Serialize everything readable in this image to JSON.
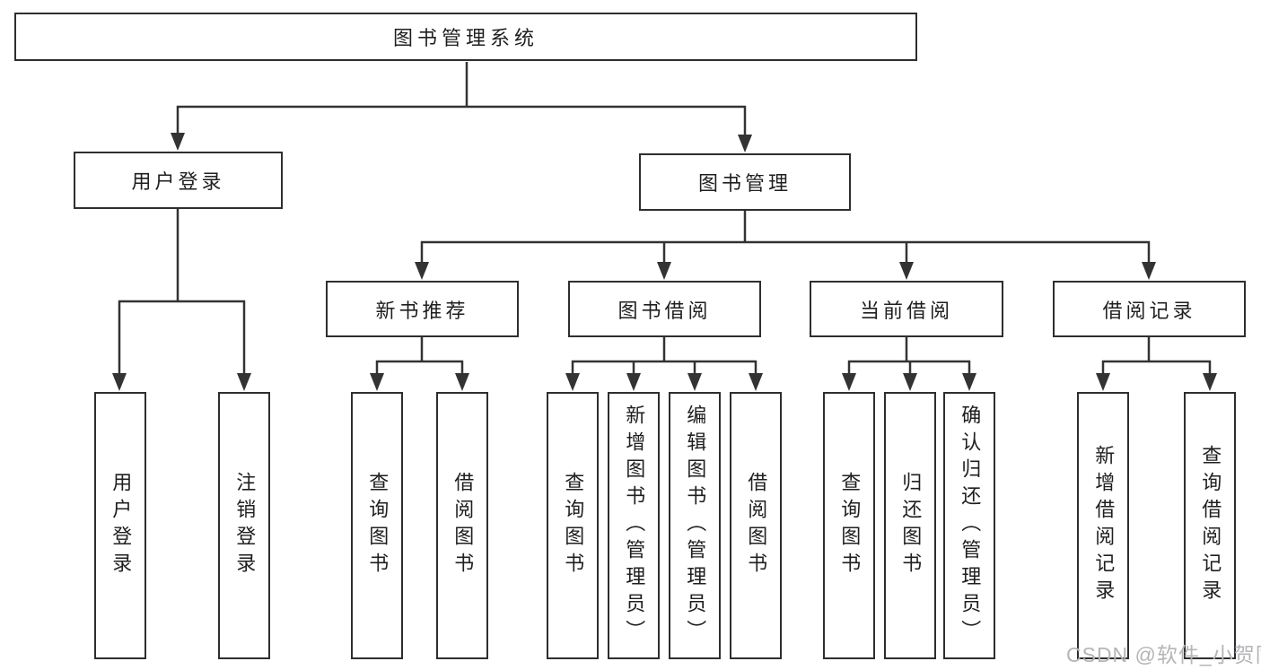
{
  "tree": {
    "root": {
      "label": "图书管理系统"
    },
    "branches": [
      {
        "label": "用户登录",
        "children": [
          {
            "label": "用户登录"
          },
          {
            "label": "注销登录"
          }
        ]
      },
      {
        "label": "图书管理",
        "children": [
          {
            "label": "新书推荐",
            "children": [
              {
                "label": "查询图书"
              },
              {
                "label": "借阅图书"
              }
            ]
          },
          {
            "label": "图书借阅",
            "children": [
              {
                "label": "查询图书"
              },
              {
                "label": "新增图书（管理员）"
              },
              {
                "label": "编辑图书（管理员）"
              },
              {
                "label": "借阅图书"
              }
            ]
          },
          {
            "label": "当前借阅",
            "children": [
              {
                "label": "查询图书"
              },
              {
                "label": "归还图书"
              },
              {
                "label": "确认归还（管理员）"
              }
            ]
          },
          {
            "label": "借阅记录",
            "children": [
              {
                "label": "新增借阅记录"
              },
              {
                "label": "查询借阅记录"
              }
            ]
          }
        ]
      }
    ]
  },
  "watermark": {
    "text": "CSDN @软件_小贺同学"
  },
  "colors": {
    "line": "#333333",
    "border": "#2e2e2e",
    "text": "#1f1f1f",
    "watermark": "#b5b5b9",
    "background": "#ffffff"
  }
}
